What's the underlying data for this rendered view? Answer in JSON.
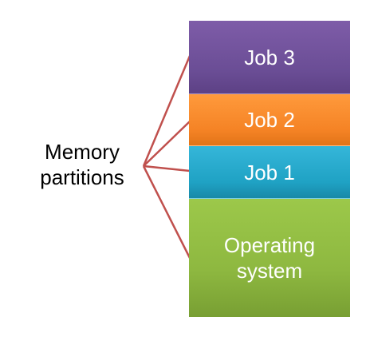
{
  "diagram": {
    "label": {
      "line1": "Memory",
      "line2": "partitions"
    },
    "blocks": [
      {
        "name": "Job 3"
      },
      {
        "name": "Job 2"
      },
      {
        "name": "Job 1"
      },
      {
        "line1": "Operating",
        "line2": "system"
      }
    ],
    "colors": {
      "job3": "#7e5ca8",
      "job2": "#f58325",
      "job1": "#1fa2c4",
      "os": "#8eb840",
      "connector": "#c0504d"
    }
  }
}
